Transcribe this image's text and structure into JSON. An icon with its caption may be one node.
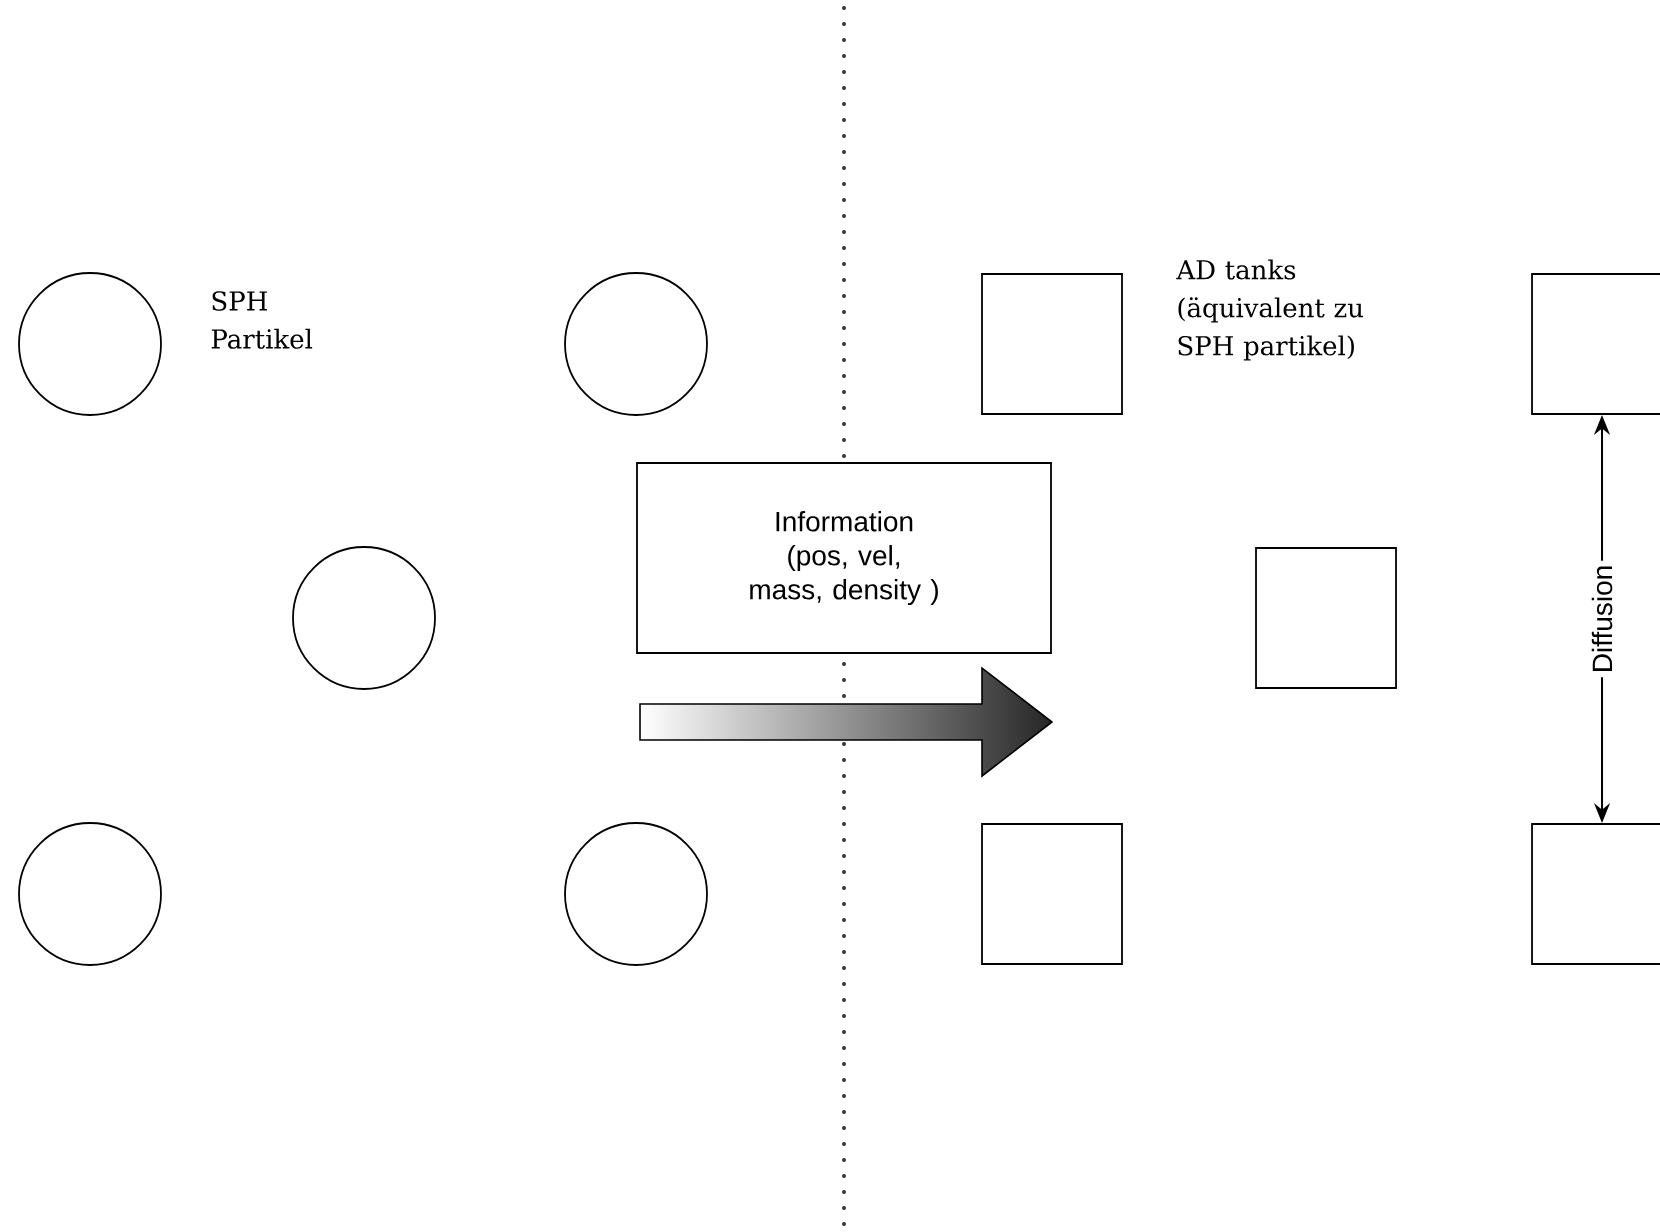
{
  "diagram": {
    "nodes": [
      {
        "text": [],
        "shape": "circle",
        "beside": [
          "SPH Partikel"
        ]
      },
      {
        "text": [],
        "shape": "circle"
      },
      {
        "text": [],
        "shape": "box",
        "beside": [
          "AD tanks (äquivalent zu SPH partikel)"
        ]
      },
      {
        "text": [],
        "shape": "box"
      },
      {
        "text": [
          "Information (pos, vel, mass, density )"
        ]
      },
      {
        "text": [],
        "shape": "circle"
      },
      {
        "text": [],
        "shape": "box"
      },
      {
        "text": [],
        "shape": "circle"
      },
      {
        "text": [],
        "shape": "circle"
      },
      {
        "text": [],
        "shape": "box"
      },
      {
        "text": [],
        "shape": "box"
      }
    ],
    "edges": [
      {
        "from": 3,
        "to": 10,
        "arrow": "both",
        "label": "Diffusion"
      }
    ]
  }
}
